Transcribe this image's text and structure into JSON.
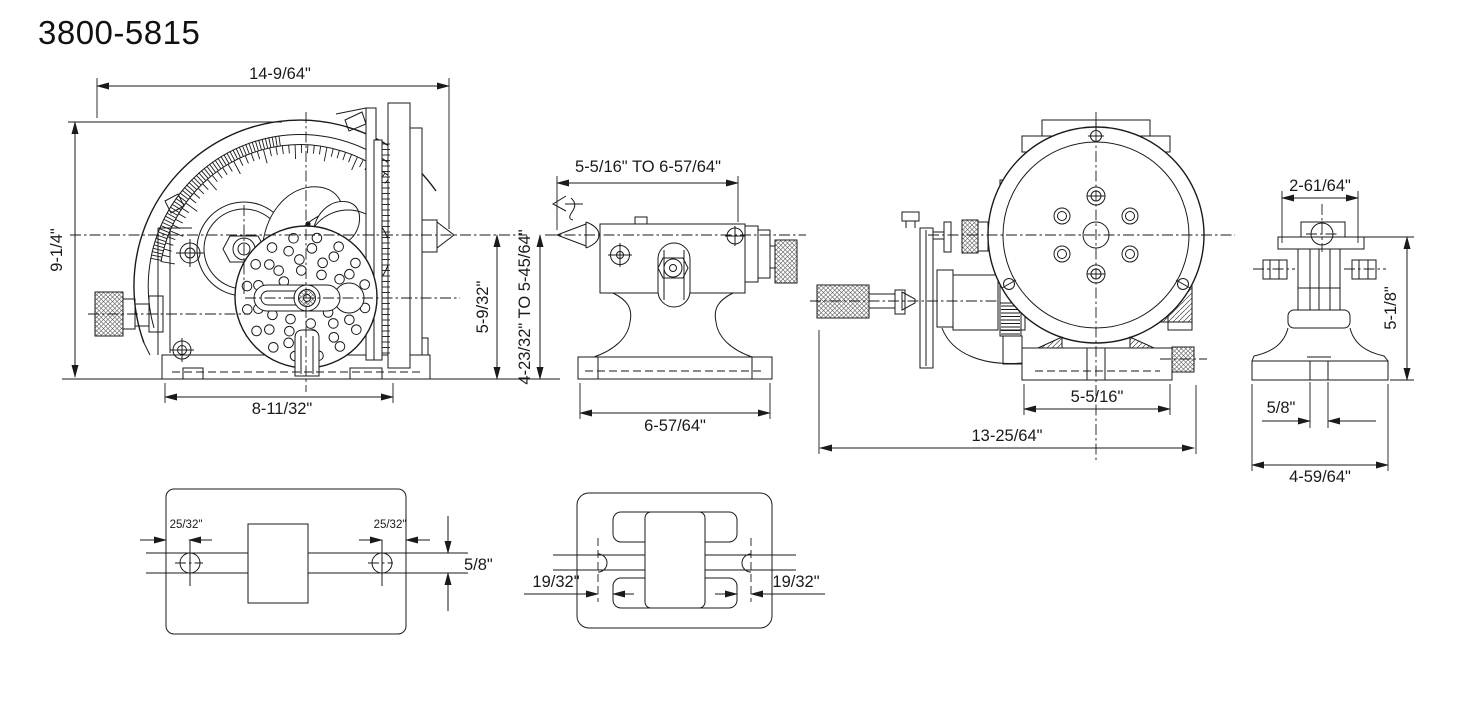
{
  "title": "3800-5815",
  "dimensions": {
    "dividing_head_side": {
      "overall_width": "14-9/64\"",
      "overall_height": "9-1/4\"",
      "base_length": "8-11/32\"",
      "center_height": "5-9/32\""
    },
    "tailstock_side": {
      "center_range": "5-5/16\" TO 6-57/64\"",
      "center_height_range": "4-23/32\" TO 5-45/64\"",
      "base_length": "6-57/64\""
    },
    "dividing_head_rear": {
      "base_width": "5-5/16\"",
      "overall_length": "13-25/64\""
    },
    "tailstock_front": {
      "top_width": "2-61/64\"",
      "body_height": "5-1/8\"",
      "slot_width": "5/8\"",
      "base_width": "4-59/64\""
    },
    "dividing_head_base_bottom": {
      "slot_offset_left": "25/32\"",
      "slot_offset_right": "25/32\"",
      "slot_width": "5/8\""
    },
    "tailstock_base_bottom": {
      "slot_offset_left": "19/32\"",
      "slot_offset_right": "19/32\""
    }
  }
}
